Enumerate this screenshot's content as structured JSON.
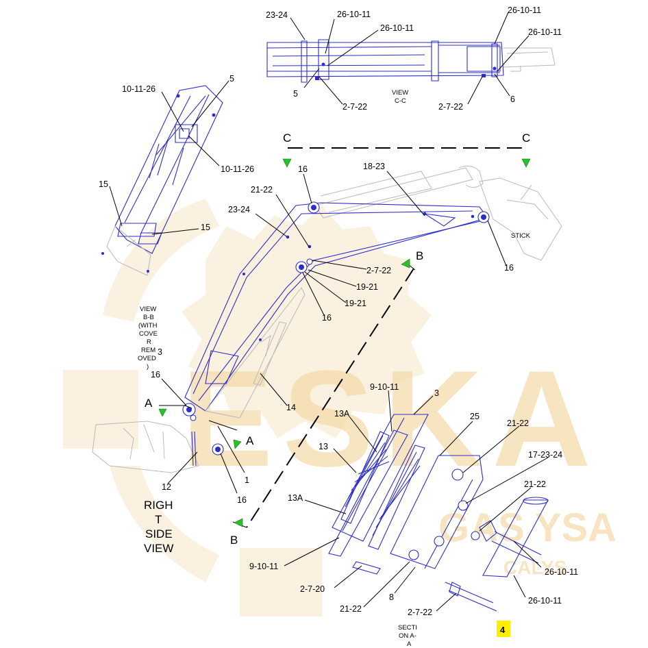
{
  "brand": {
    "watermark_main": "ESKA",
    "watermark_sub": "GAS YSA",
    "watermark_tag": "CALYS",
    "watermark_color": "#f4d9a8",
    "line_color": "#2c2ccc",
    "highlight_color": "#ffee00"
  },
  "views": {
    "view_cc_line1": "VIEW",
    "view_cc_line2": "C-C",
    "view_bb_lines": [
      "VIEW",
      "B-B",
      "(WITH",
      "COVE",
      "R",
      "REM",
      "OVED",
      ")"
    ],
    "right_side_lines": [
      "RIGH",
      "T",
      "SIDE",
      "VIEW"
    ],
    "section_aa_lines": [
      "SECTI",
      "ON A-",
      "A"
    ],
    "stick_label": "STICK"
  },
  "section_markers": {
    "a_left": "A",
    "a_right": "A",
    "b_top": "B",
    "b_bottom": "B",
    "c_left": "C",
    "c_right": "C"
  },
  "callouts": {
    "vcc_23_24": "23-24",
    "vcc_26_10_11_a": "26-10-11",
    "vcc_26_10_11_b": "26-10-11",
    "vcc_26_10_11_c": "26-10-11",
    "vcc_26_10_11_d": "26-10-11",
    "vcc_5": "5",
    "vcc_2_7_22_a": "2-7-22",
    "vcc_2_7_22_b": "2-7-22",
    "vcc_6": "6",
    "bb_10_11_26_a": "10-11-26",
    "bb_5": "5",
    "bb_10_11_26_b": "10-11-26",
    "bb_15_a": "15",
    "bb_15_b": "15",
    "bb_3": "3",
    "m_16_a": "16",
    "m_18_23": "18-23",
    "m_21_22": "21-22",
    "m_23_24": "23-24",
    "m_2_7_22": "2-7-22",
    "m_19_21_a": "19-21",
    "m_19_21_b": "19-21",
    "m_16_b": "16",
    "m_16_c": "16",
    "m_16_d": "16",
    "m_14": "14",
    "m_16_e": "16",
    "m_1": "1",
    "m_12": "12",
    "s_9_10_11_a": "9-10-11",
    "s_3": "3",
    "s_13A_a": "13A",
    "s_25": "25",
    "s_21_22_a": "21-22",
    "s_13": "13",
    "s_17_23_24": "17-23-24",
    "s_21_22_b": "21-22",
    "s_13A_b": "13A",
    "s_26_10_11_a": "26-10-11",
    "s_9_10_11_b": "9-10-11",
    "s_2_7_20": "2-7-20",
    "s_26_10_11_b": "26-10-11",
    "s_8": "8",
    "s_21_22_c": "21-22",
    "s_2_7_22": "2-7-22",
    "s_4": "4"
  }
}
